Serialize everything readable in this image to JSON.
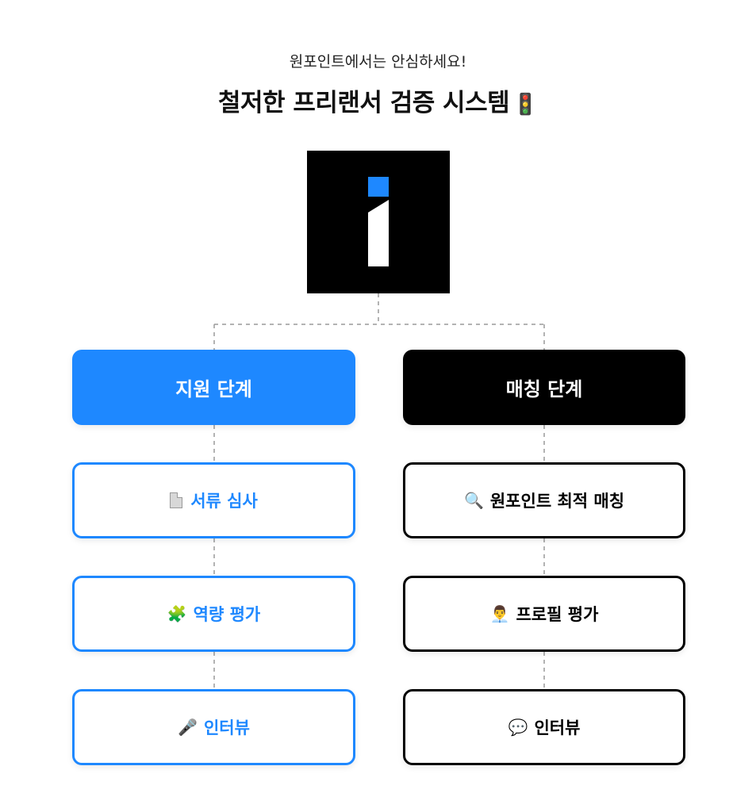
{
  "header": {
    "subtitle": "원포인트에서는 안심하세요!",
    "title": "철저한 프리랜서 검증 시스템",
    "title_icon": "traffic-light-icon",
    "title_emoji": "🚦"
  },
  "logo": {
    "icon": "letter-i-logo",
    "accent_color": "#1e88ff",
    "background_color": "#000000"
  },
  "columns": [
    {
      "label": "지원 단계",
      "color": "#1e88ff",
      "steps": [
        {
          "icon": "document-icon",
          "emoji": "📄",
          "label": "서류 심사"
        },
        {
          "icon": "puzzle-icon",
          "emoji": "🧩",
          "label": "역량 평가"
        },
        {
          "icon": "microphone-icon",
          "emoji": "🎤",
          "label": "인터뷰"
        }
      ]
    },
    {
      "label": "매칭 단계",
      "color": "#000000",
      "steps": [
        {
          "icon": "magnifier-icon",
          "emoji": "🔍",
          "label": "원포인트 최적 매칭"
        },
        {
          "icon": "person-icon",
          "emoji": "👨‍💼",
          "label": "프로필 평가"
        },
        {
          "icon": "speech-bubble-icon",
          "emoji": "💬",
          "label": "인터뷰"
        }
      ]
    }
  ]
}
